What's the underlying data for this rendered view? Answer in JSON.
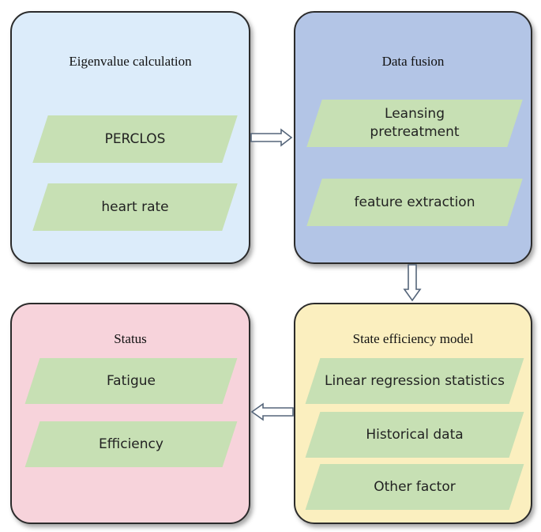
{
  "colors": {
    "eigen_bg": "#dcecfa",
    "fusion_bg": "#b3c5e6",
    "status_bg": "#f7d3db",
    "model_bg": "#fbefbf",
    "item_bg": "#c7e0b4",
    "arrow_outline": "#55657a"
  },
  "eigenvalue": {
    "title": "Eigenvalue calculation",
    "items": [
      "PERCLOS",
      "heart rate"
    ]
  },
  "fusion": {
    "title": "Data fusion",
    "items": [
      "Leansing pretreatment",
      "feature extraction"
    ]
  },
  "status": {
    "title": "Status",
    "items": [
      "Fatigue",
      "Efficiency"
    ]
  },
  "model": {
    "title": "State efficiency model",
    "items": [
      "Linear regression statistics",
      "Historical data",
      "Other factor"
    ]
  }
}
